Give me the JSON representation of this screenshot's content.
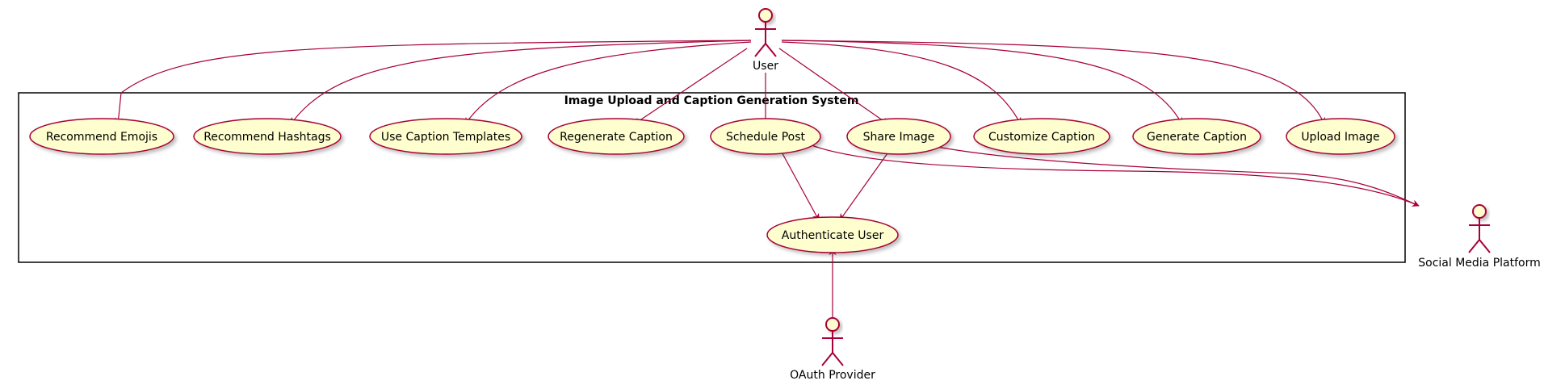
{
  "system": {
    "title": "Image Upload and Caption Generation System"
  },
  "actors": {
    "user": "User",
    "social": "Social Media Platform",
    "oauth": "OAuth Provider"
  },
  "use_cases": {
    "recommend_emojis": "Recommend Emojis",
    "recommend_hashtags": "Recommend Hashtags",
    "use_caption_templates": "Use Caption Templates",
    "regenerate_caption": "Regenerate Caption",
    "schedule_post": "Schedule Post",
    "share_image": "Share Image",
    "customize_caption": "Customize Caption",
    "generate_caption": "Generate Caption",
    "upload_image": "Upload Image",
    "authenticate_user": "Authenticate User"
  },
  "colors": {
    "stroke": "#A80036",
    "fill": "#FEFECE",
    "boundary": "#000000"
  }
}
